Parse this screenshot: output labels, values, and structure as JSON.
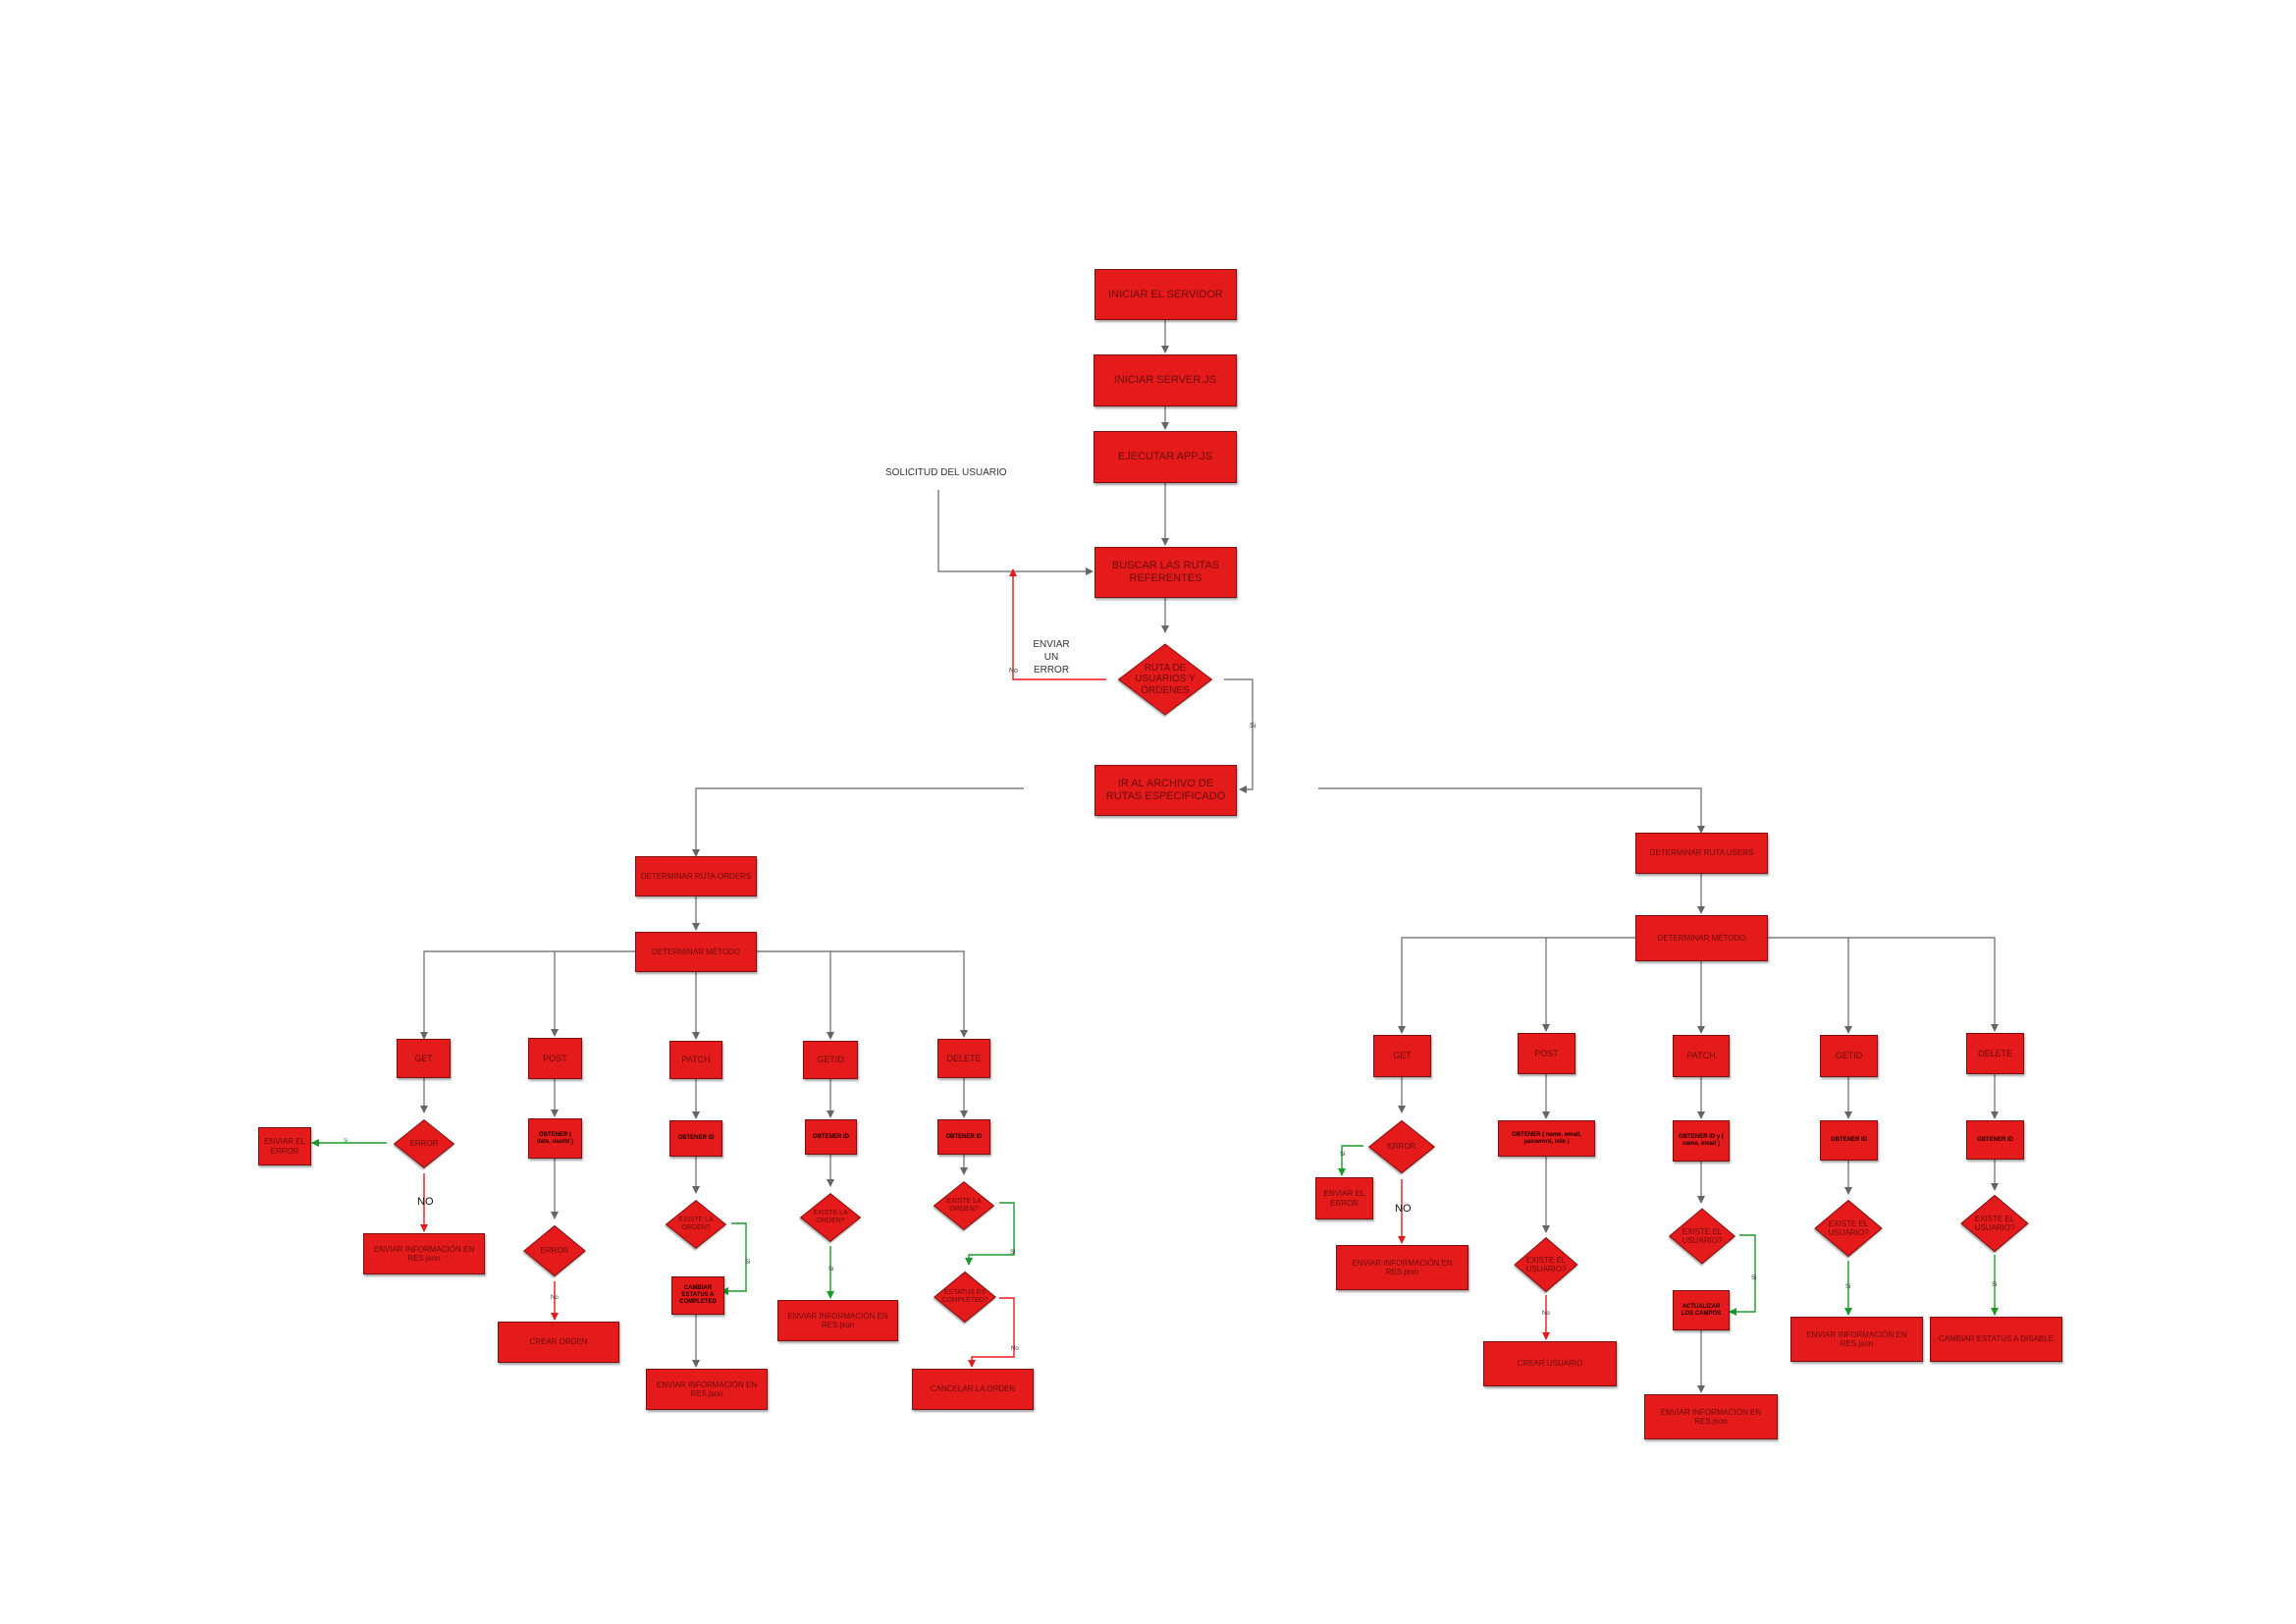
{
  "top": {
    "iniciar_servidor": "INICIAR EL SERVIDOR",
    "iniciar_serverjs": "INICIAR SERVER.JS",
    "ejecutar_appjs": "EJECUTAR APP.JS",
    "buscar_rutas": "BUSCAR LAS RUTAS REFERENTES",
    "ruta_decision": "RUTA DE USUARIOS Y ÓRDENES",
    "ir_archivo": "IR AL ARCHIVO DE RUTAS ESPECIFICADO",
    "solicitud": "SOLICITUD DEL USUARIO",
    "enviar_error": "ENVIAR UN ERROR",
    "no_label": "No",
    "si_label": "Si"
  },
  "left": {
    "determinar_ruta": "DETERMINAR RUTA ORDERS",
    "determinar_metodo": "DETERMINAR MÉTODO",
    "get": "GET",
    "post": "POST",
    "patch": "PATCH",
    "getid": "GETID",
    "delete": "DELETE",
    "enviar_error": "ENVIAR EL ERROR",
    "error_decision": "ERROR",
    "si_label": "Si",
    "no_big": "NO",
    "enviar_info_get": "ENVIAR INFORMACIÓN EN RES.json",
    "obtener_post": "OBTENER ( date, userId )",
    "error_post": "ERROR",
    "no_post": "No",
    "crear_orden": "CREAR ORDEN",
    "obtener_patch": "OBTENER ID",
    "existe_orden_patch": "EXISTE LA ORDEN?",
    "si_patch": "Si",
    "cambiar_estatus": "CAMBIAR ESTATUS A COMPLETED",
    "enviar_info_patch": "ENVIAR INFORMACIÓN EN RES.json",
    "obtener_getid": "OBTENER ID",
    "existe_orden_getid": "EXISTE LA ORDEN?",
    "si_getid": "Si",
    "enviar_info_getid": "ENVIAR INFORMACIÓN EN RES.json",
    "obtener_delete": "OBTENER ID",
    "existe_orden_delete": "EXISTE LA ORDEN?",
    "si_delete": "Si",
    "estatus_completed": "ESTATUS ES COMPLETED?",
    "no_delete": "No",
    "cancelar_orden": "CANCELAR LA ORDEN"
  },
  "right": {
    "determinar_ruta": "DETERMINAR RUTA USERS",
    "determinar_metodo": "DETERMINAR MÉTODO",
    "get": "GET",
    "post": "POST",
    "patch": "PATCH",
    "getid": "GETID",
    "delete": "DELETE",
    "error_decision": "ERROR",
    "si_label": "Si",
    "enviar_error": "ENVIAR EL ERROR",
    "no_big": "NO",
    "enviar_info_get": "ENVIAR INFORMACIÓN EN RES.json",
    "obtener_post": "OBTENER ( name, email, password, role )",
    "existe_usuario_post": "EXISTE EL USUARIO?",
    "no_post": "No",
    "crear_usuario": "CREAR USUARIO",
    "obtener_patch": "OBTENER ID y ( name, email )",
    "existe_usuario_patch": "EXISTE EL USUARIO?",
    "si_patch": "Si",
    "actualizar": "ACTUALIZAR LOS CAMPOS",
    "enviar_info_patch": "ENVIAR INFORMACIÓN EN RES.json",
    "obtener_getid": "OBTENER ID",
    "existe_usuario_getid": "EXISTE EL USUARIO?",
    "si_getid": "Si",
    "enviar_info_getid": "ENVIAR INFORMACIÓN EN RES.json",
    "obtener_delete": "OBTENER ID",
    "existe_usuario_delete": "EXISTE EL USUARIO?",
    "si_delete": "Si",
    "cambiar_estatus": "CAMBIAR ESTATUS A DISABLE"
  },
  "colors": {
    "node_fill": "#e51a1a",
    "node_border": "#7a1010",
    "connector_gray": "#666666",
    "connector_red": "#e51a1a",
    "connector_green": "#1a9a2a"
  }
}
